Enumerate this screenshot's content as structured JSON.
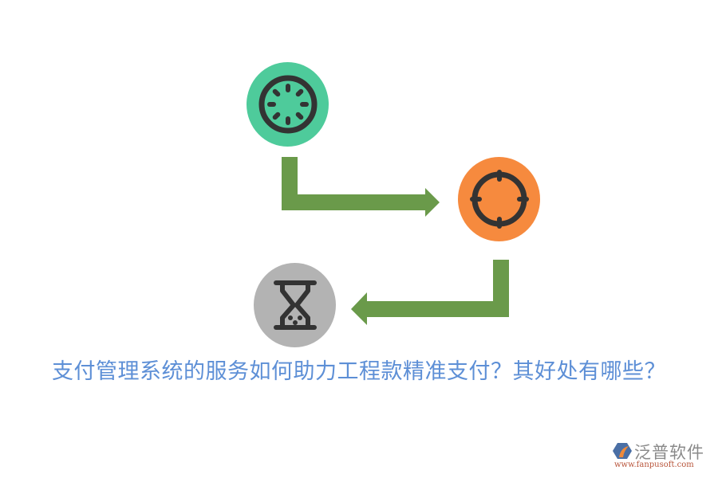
{
  "colors": {
    "green_node": "#4ecb9b",
    "orange_node": "#f68a3e",
    "gray_node": "#b3b3b3",
    "icon_stroke": "#333333",
    "arrow": "#6a9a4a",
    "title_text": "#5d8fd6",
    "logo_text": "#8a8a8a",
    "logo_url": "#b8543a"
  },
  "diagram": {
    "nodes": [
      {
        "id": "step-1",
        "icon": "loading-spinner-icon",
        "color": "#4ecb9b"
      },
      {
        "id": "step-2",
        "icon": "crosshair-target-icon",
        "color": "#f68a3e"
      },
      {
        "id": "step-3",
        "icon": "hourglass-icon",
        "color": "#b3b3b3"
      }
    ],
    "edges": [
      {
        "from": "step-1",
        "to": "step-2",
        "shape": "elbow-right"
      },
      {
        "from": "step-2",
        "to": "step-3",
        "shape": "elbow-left"
      }
    ]
  },
  "title": "支付管理系统的服务如何助力工程款精准支付？其好处有哪些？",
  "logo": {
    "name": "泛普软件",
    "url": "www.fanpusoft.com"
  }
}
